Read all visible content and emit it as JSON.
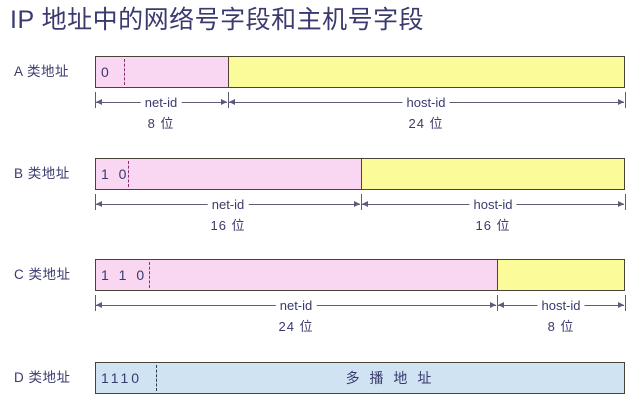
{
  "title": "IP 地址中的网络号字段和主机号字段",
  "rows": [
    {
      "label": "A 类地址",
      "prefix": "0",
      "netid": {
        "name": "net-id",
        "bits": "8 位"
      },
      "hostid": {
        "name": "host-id",
        "bits": "24 位"
      }
    },
    {
      "label": "B 类地址",
      "prefix": "1 0",
      "netid": {
        "name": "net-id",
        "bits": "16 位"
      },
      "hostid": {
        "name": "host-id",
        "bits": "16 位"
      }
    },
    {
      "label": "C 类地址",
      "prefix": "1 1 0",
      "netid": {
        "name": "net-id",
        "bits": "24 位"
      },
      "hostid": {
        "name": "host-id",
        "bits": "8 位"
      }
    },
    {
      "label": "D 类地址",
      "prefix": "1110",
      "multicast": "多 播 地 址"
    }
  ],
  "colors": {
    "netid_fill": "#f9d6f2",
    "hostid_fill": "#fbfb9a",
    "multicast_fill": "#cfe3f3",
    "border": "#4a4436",
    "text": "#3a3a6e",
    "dash_pink": "#8a2f6a",
    "dash_blue": "#2b3b55",
    "measure_line": "#5c5c7a"
  }
}
